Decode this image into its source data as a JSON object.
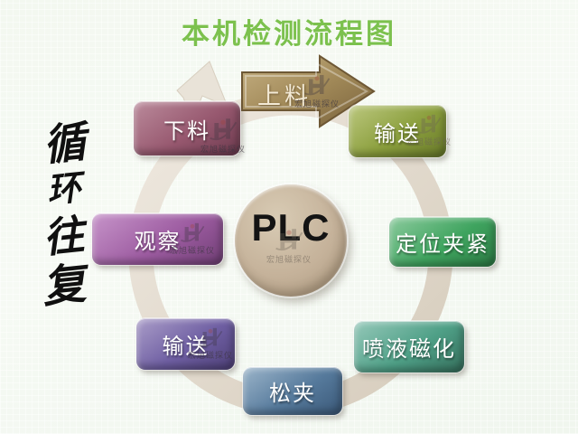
{
  "title": {
    "text": "本机检测流程图",
    "color": "#7cc14e"
  },
  "side_label": {
    "text": "循环往复",
    "chars": [
      "循",
      "环",
      "往",
      "复"
    ]
  },
  "center": {
    "label": "PLC",
    "color": "#c5b29a"
  },
  "watermark": {
    "logo": "h-figure-logo",
    "text": "宏旭磁探仪"
  },
  "cycle": {
    "direction": "clockwise",
    "ring_color": "#e2dacd",
    "steps": [
      {
        "label": "上料",
        "shape": "block-arrow",
        "color": "#a28a59"
      },
      {
        "label": "输送",
        "shape": "rounded-box",
        "color": "#8b9f3d"
      },
      {
        "label": "定位夹紧",
        "shape": "rounded-box",
        "color": "#3fa45f"
      },
      {
        "label": "喷液磁化",
        "shape": "rounded-box",
        "color": "#4fa087"
      },
      {
        "label": "松夹",
        "shape": "rounded-box",
        "color": "#567a9c"
      },
      {
        "label": "输送",
        "shape": "rounded-box",
        "color": "#6f5fa3"
      },
      {
        "label": "观察",
        "shape": "rounded-box",
        "color": "#9d5ca1"
      },
      {
        "label": "下料",
        "shape": "rounded-box",
        "color": "#97586f"
      }
    ]
  }
}
